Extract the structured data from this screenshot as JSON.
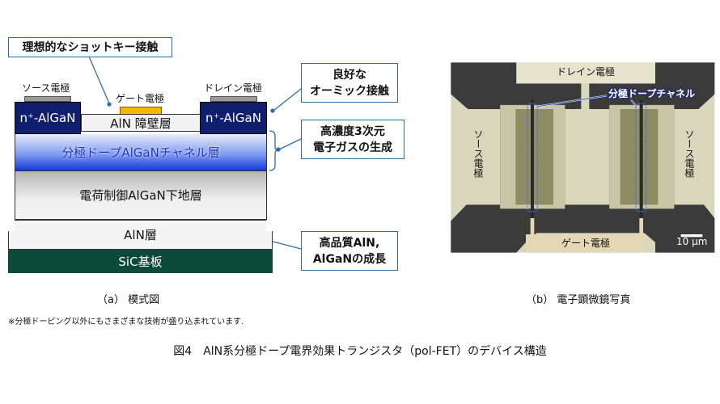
{
  "schematic": {
    "callout_top": "理想的なショットキー接触",
    "source_label": "ソース電極",
    "gate_label": "ゲート電極",
    "drain_label": "ドレイン電極",
    "n_plus_left": "n⁺-AlGaN",
    "n_plus_right": "n⁺-AlGaN",
    "barrier": "AlN 障壁層",
    "channel": "分極ドープAlGaNチャネル層",
    "underlayer": "電荷制御AlGaN下地層",
    "aln_layer": "AlN層",
    "substrate": "SiC基板",
    "callout_ohmic": [
      "良好な",
      "オーミック接触"
    ],
    "callout_2deg": [
      "高濃度3次元",
      "電子ガスの生成"
    ],
    "callout_growth": [
      "高品質AlN,",
      "AlGaNの成長"
    ],
    "caption": "（a） 模式図"
  },
  "micrograph": {
    "drain_label": "ドレイン電極",
    "channel_label": "分極ドープチャネル",
    "source_left": "ソース電極",
    "source_right": "ソース電極",
    "gate_label": "ゲート電極",
    "scale_bar": "10 μm",
    "caption": "（b） 電子顕微鏡写真"
  },
  "footnote": "※分極ドーピング以外にもさまざまな技術が盛り込まれています.",
  "figure_title": "図4　AlN系分極ドープ電界効果トランジスタ（pol-FET）のデバイス構造",
  "colors": {
    "callout_border": "#2e6fa7",
    "n_plus": "#0f1f6e",
    "gate_metal": "#f5b800",
    "substrate": "#0d4a3a"
  }
}
